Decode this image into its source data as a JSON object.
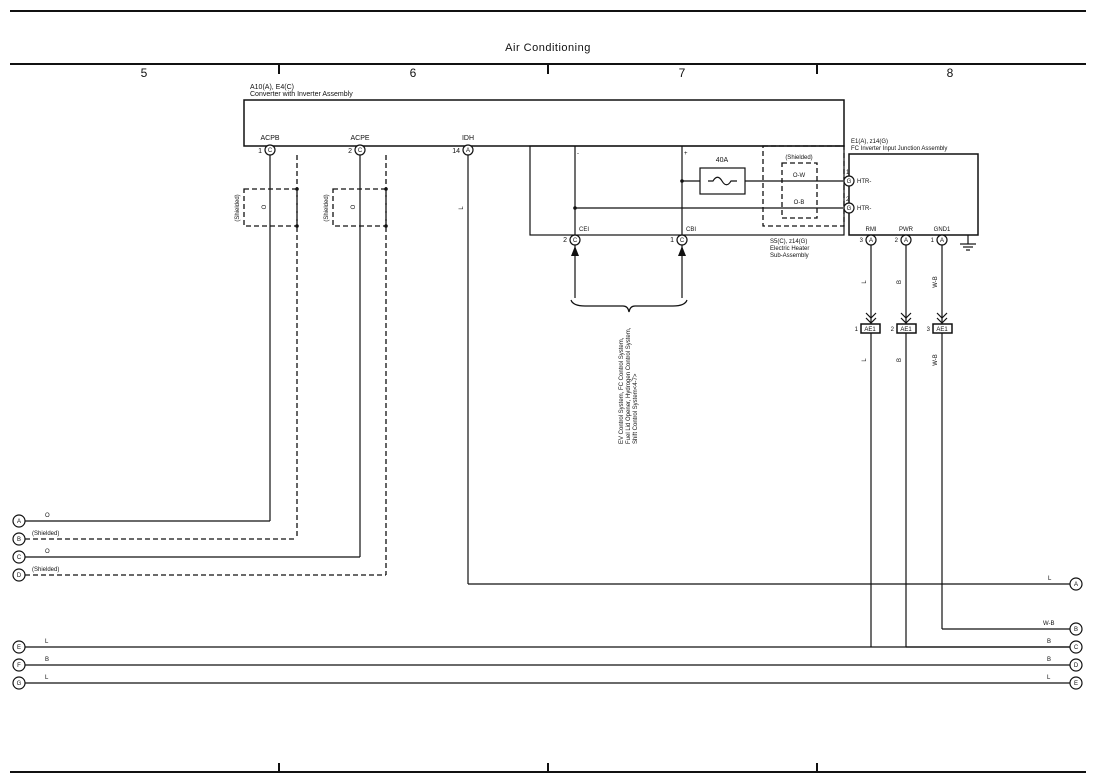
{
  "title": "Air Conditioning",
  "columns": [
    "5",
    "6",
    "7",
    "8"
  ],
  "converter": {
    "name": "A10(A), E4(C)",
    "desc": "Converter with Inverter Assembly",
    "pins": [
      {
        "label": "ACPB",
        "num": "1",
        "letter": "C"
      },
      {
        "label": "ACPE",
        "num": "2",
        "letter": "C"
      },
      {
        "label": "IDH",
        "num": "14",
        "letter": "A"
      }
    ]
  },
  "junction": {
    "name": "E1(A), z14(G)",
    "desc": "FC Inverter Input Junction Assembly",
    "left_pins": [
      {
        "num": "1",
        "letter": "G",
        "label": "HTR-"
      },
      {
        "num": "2",
        "letter": "G",
        "label": "HTR-"
      }
    ],
    "bottom_pins": [
      {
        "label": "RMI",
        "num": "3",
        "letter": "A"
      },
      {
        "label": "PWR",
        "num": "2",
        "letter": "A"
      },
      {
        "label": "GND1",
        "num": "1",
        "letter": "A"
      }
    ]
  },
  "heater": {
    "name": "S5(C), z14(G)",
    "desc1": "Electric Heater",
    "desc2": "Sub-Assembly",
    "fuse": "40A",
    "shielded": "(Shielded)",
    "wire_ow": "O-W",
    "wire_ob": "O-B",
    "minus": "-",
    "plus": "+",
    "pins": [
      {
        "label": "CEI",
        "num": "2",
        "letter": "C"
      },
      {
        "label": "CBI",
        "num": "1",
        "letter": "C"
      }
    ]
  },
  "ref_note": {
    "line1": "EV Control System, FC Control System,",
    "line2": "Fuel Lid Opener, Hydrogen Control System,",
    "line3": "Shift Control System<4-7>"
  },
  "connectors_ae1": [
    {
      "num": "1",
      "label": "AE1"
    },
    {
      "num": "2",
      "label": "AE1"
    },
    {
      "num": "3",
      "label": "AE1"
    }
  ],
  "wire_colors": {
    "o": "O",
    "l": "L",
    "b": "B",
    "wb": "W-B",
    "shielded": "(Shielded)"
  },
  "left_terminals": [
    "A",
    "B",
    "C",
    "D",
    "E",
    "F",
    "G"
  ],
  "right_terminals": [
    "A",
    "B",
    "C",
    "D",
    "E"
  ]
}
